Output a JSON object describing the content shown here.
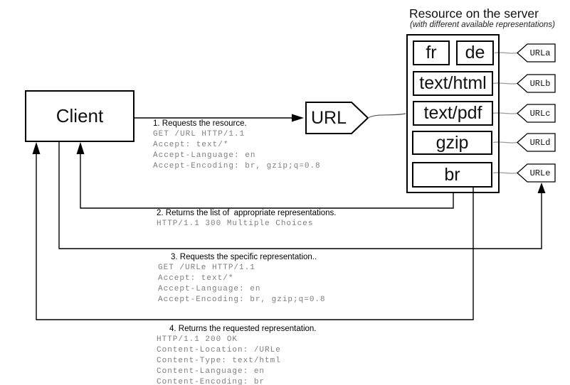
{
  "diagram": {
    "client_label": "Client",
    "url_label": "URL",
    "server": {
      "heading": "Resource on the server",
      "subheading": "(with different available representations)",
      "representations": [
        "fr",
        "de",
        "text/html",
        "text/pdf",
        "gzip",
        "br"
      ]
    },
    "url_tags": [
      "URLa",
      "URLb",
      "URLc",
      "URLd",
      "URLe"
    ],
    "messages": [
      {
        "label": "1. Requests the resource.",
        "lines": [
          "GET /URL HTTP/1.1",
          "Accept: text/*",
          "Accept-Language: en",
          "Accept-Encoding: br, gzip;q=0.8"
        ]
      },
      {
        "label": "2. Returns the list of  appropriate representations.",
        "lines": [
          "HTTP/1.1 300 Multiple Choices"
        ]
      },
      {
        "label": "3. Requests the specific representation..",
        "lines": [
          "GET /URLe HTTP/1.1",
          "Accept: text/*",
          "Accept-Language: en",
          "Accept-Encoding: br, gzip;q=0.8"
        ]
      },
      {
        "label": "4. Returns the requested representation.",
        "lines": [
          "HTTP/1.1 200 OK",
          "Content-Location: /URLe",
          "Content-Type: text/html",
          "Content-Language: en",
          "Content-Encoding: br"
        ]
      }
    ]
  },
  "colors": {
    "flow_line": "#000000",
    "connector_line": "#999999",
    "http_text": "#7f7f7f",
    "background": "#ffffff"
  }
}
